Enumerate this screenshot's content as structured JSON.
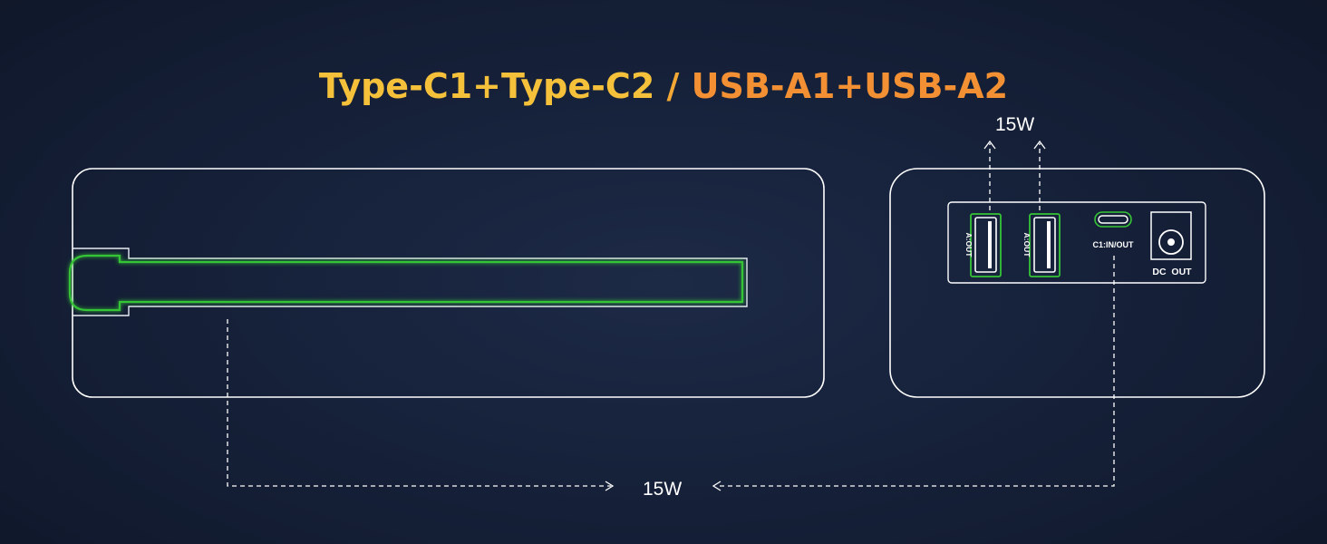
{
  "title": {
    "part1": "Type-C1+Type-C2",
    "separator": " / ",
    "part2": "USB-A1+USB-A2"
  },
  "labels": {
    "usb_a_power": "15W",
    "c_to_slot_power": "15W"
  },
  "ports": {
    "usb_a1": "A:OUT",
    "usb_a2": "A:OUT",
    "usb_c": "C1:IN/OUT",
    "dc": "DC  OUT"
  },
  "colors": {
    "title_yellow": "#f5c13a",
    "title_orange": "#f29033",
    "highlight_green": "#36c436",
    "outline": "#ffffff",
    "background": "#16213a"
  },
  "icons": {
    "arrow": "arrowhead-icon"
  }
}
